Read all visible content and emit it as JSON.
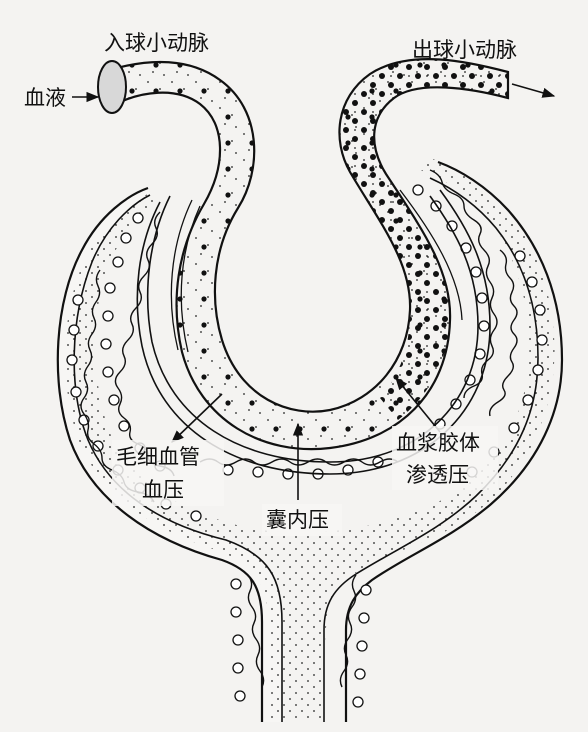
{
  "labels": {
    "afferent": "入球小动脉",
    "efferent": "出球小动脉",
    "blood": "血液",
    "capillary_line1": "毛细血管",
    "capillary_line2": "血压",
    "capsule_pressure": "囊内压",
    "oncotic_line1": "血浆胶体",
    "oncotic_line2": "渗透压"
  },
  "colors": {
    "ink": "#111111",
    "background": "#f4f3f1",
    "tube_fill": "#ffffff",
    "capsule_fill": "#f7f6f4"
  }
}
